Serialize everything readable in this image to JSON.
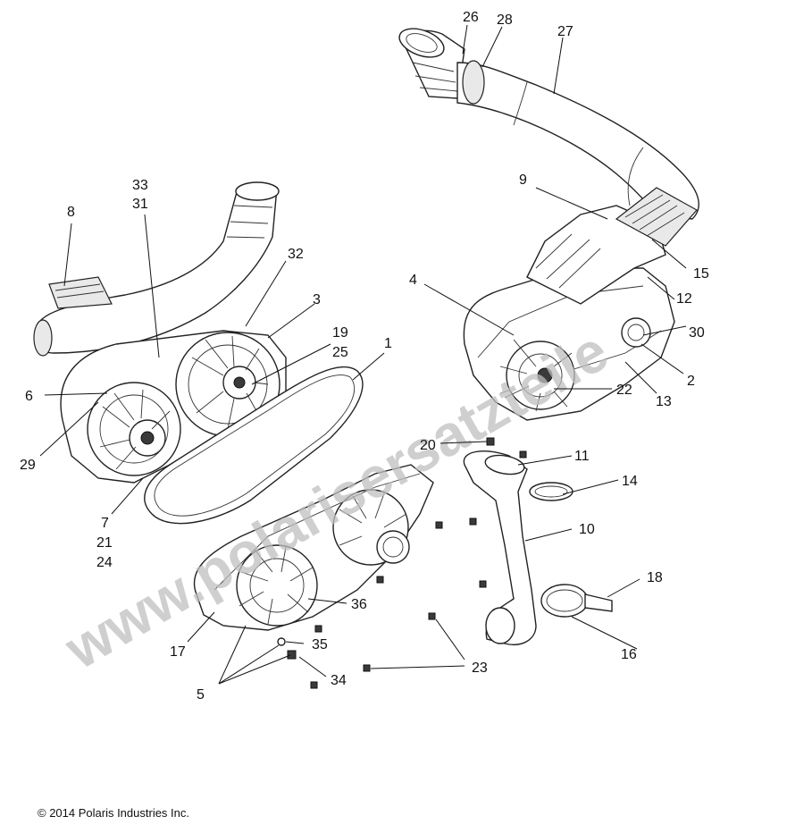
{
  "copyright": "© 2014 Polaris Industries Inc.",
  "watermark": "www.polarisersatzteile",
  "callouts": {
    "c1": "1",
    "c2": "2",
    "c3": "3",
    "c4": "4",
    "c5": "5",
    "c6": "6",
    "c7": "7",
    "c8": "8",
    "c9": "9",
    "c10": "10",
    "c11": "11",
    "c12": "12",
    "c13": "13",
    "c14": "14",
    "c15": "15",
    "c16": "16",
    "c17": "17",
    "c18": "18",
    "c19": "19",
    "c20": "20",
    "c21": "21",
    "c22": "22",
    "c23": "23",
    "c24": "24",
    "c25": "25",
    "c26": "26",
    "c27": "27",
    "c28": "28",
    "c29": "29",
    "c30": "30",
    "c31": "31",
    "c32": "32",
    "c33": "33",
    "c34": "34",
    "c35": "35",
    "c36": "36"
  }
}
